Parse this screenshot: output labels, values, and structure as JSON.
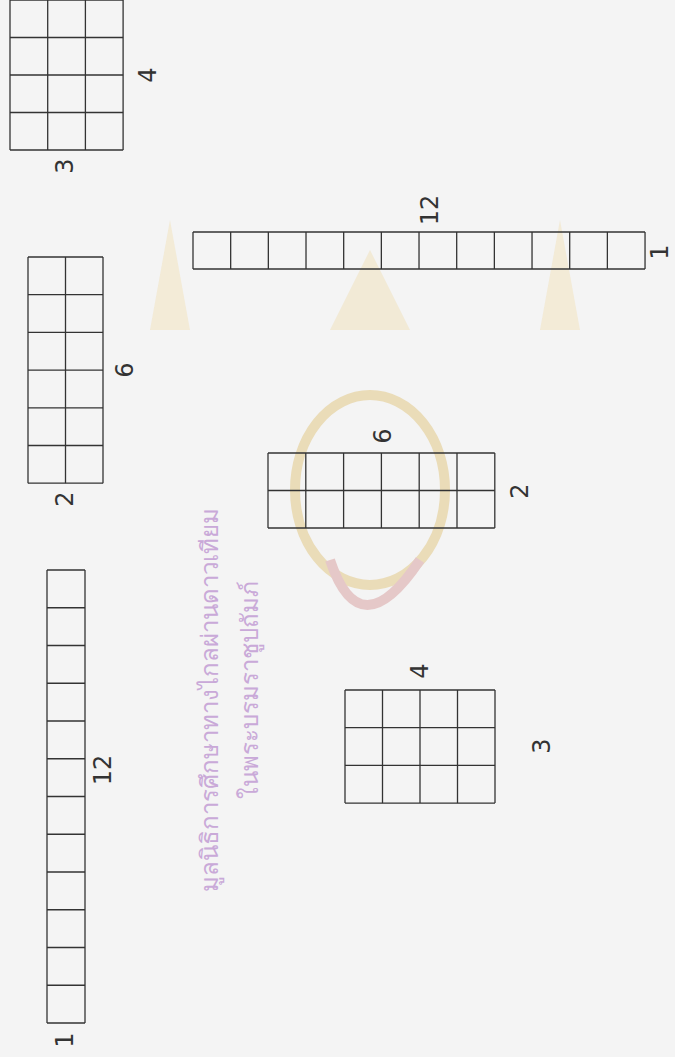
{
  "diagram": {
    "labels": [
      "4",
      "3",
      "6",
      "2",
      "12",
      "1",
      "6",
      "2",
      "4",
      "3",
      "12",
      "1",
      "มูลนิธิการศึกษาทางไกลผ่านดาวเทียม",
      "ในพระบรมราชูปถัมภ์"
    ]
  }
}
